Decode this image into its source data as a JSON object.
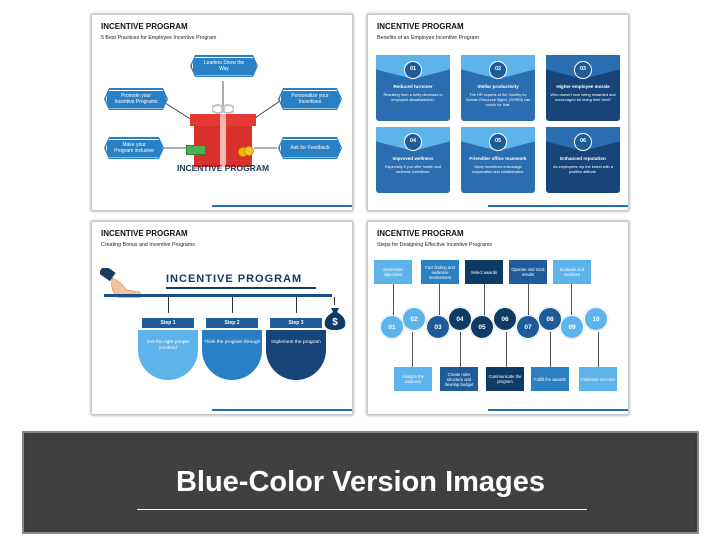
{
  "slide1": {
    "title": "INCENTIVE PROGRAM",
    "subtitle": "5 Best Practices for Employee Incentive Program",
    "boxes": [
      "Leaders Show the Way",
      "Promote your Incentive Programs",
      "Personalize your Incentives",
      "Make your Program inclusive",
      "Ask for Feedback"
    ],
    "center_label": "INCENTIVE PROGRAM",
    "box_color": "#2a80c4"
  },
  "slide2": {
    "title": "INCENTIVE PROGRAM",
    "subtitle": "Benefits of an Employee Incentive Program",
    "cards": [
      {
        "num": "01",
        "title": "Reduced turnover",
        "body": "Resulting from a hefty decrease in employee dissatisfaction."
      },
      {
        "num": "02",
        "title": "Stellar productivity",
        "body": "The HR experts at the Society for Human Resource Mgmt. (SHRM) can vouch for that."
      },
      {
        "num": "03",
        "title": "Higher employee morale",
        "body": "Who doesn't love being rewarded and encouraged for doing their best?"
      },
      {
        "num": "04",
        "title": "Improved wellness",
        "body": "Especially if you offer health and wellness incentives."
      },
      {
        "num": "05",
        "title": "Friendlier office teamwork",
        "body": "Many incentives encourage cooperation and collaboration."
      },
      {
        "num": "06",
        "title": "Enhanced reputation",
        "body": "As employees rep the brand with a positive attitude."
      }
    ]
  },
  "slide3": {
    "title": "INCENTIVE PROGRAM",
    "subtitle": "Creating Bonus and Incentive Programs",
    "heading": "INCENTIVE PROGRAM",
    "steps": [
      {
        "label": "Step 1",
        "text": "Get the right people involved",
        "color": "#5db4ea",
        "tab": "#1d5c99"
      },
      {
        "label": "Step 2",
        "text": "Think the program through",
        "color": "#2a80c4",
        "tab": "#1d5c99"
      },
      {
        "label": "Step 3",
        "text": "Implement the program",
        "color": "#17457a",
        "tab": "#1d5c99"
      }
    ]
  },
  "slide4": {
    "title": "INCENTIVE PROGRAM",
    "subtitle": "Steps for Designing Effective Incentive Programs",
    "top_boxes": [
      "Determine objectives",
      "Fact finding and audience involvement",
      "Select awards",
      "Operate and track results",
      "Evaluate and measure"
    ],
    "bottom_boxes": [
      "Analyze the audience",
      "Create rules structure and develop budget",
      "Communicate the program",
      "Fulfill the awards",
      "Celebrate success"
    ],
    "circles": [
      "01",
      "02",
      "03",
      "04",
      "05",
      "06",
      "07",
      "08",
      "09",
      "10"
    ]
  },
  "banner": {
    "text": "Blue-Color Version Images"
  }
}
